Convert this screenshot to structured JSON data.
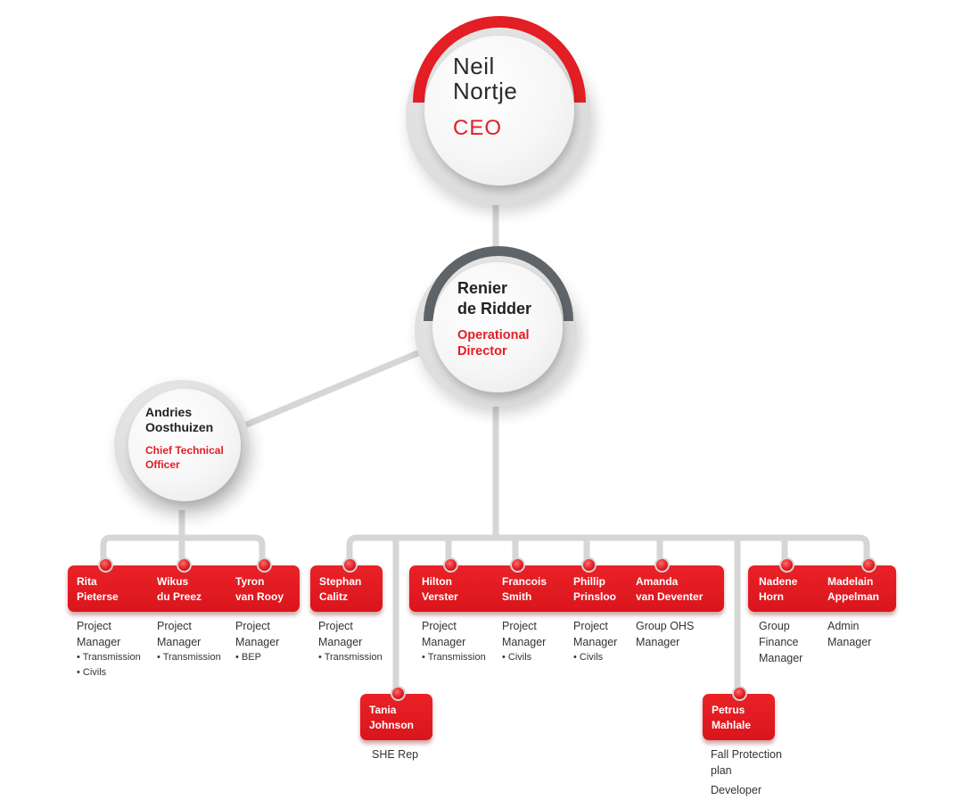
{
  "executives": {
    "ceo": {
      "name_line1": "Neil",
      "name_line2": "Nortje",
      "title": "CEO"
    },
    "operational_director": {
      "name_line1": "Renier",
      "name_line2": "de Ridder",
      "title_line1": "Operational",
      "title_line2": "Director"
    },
    "cto": {
      "name_line1": "Andries",
      "name_line2": "Oosthuizen",
      "title_line1": "Chief Technical",
      "title_line2": "Officer"
    }
  },
  "staff": [
    {
      "name": "Rita\nPieterse",
      "role": [
        "Project",
        "Manager"
      ],
      "bullets": [
        "• Transmission",
        "• Civils"
      ]
    },
    {
      "name": "Wikus\ndu Preez",
      "role": [
        "Project",
        "Manager"
      ],
      "bullets": [
        "• Transmission"
      ]
    },
    {
      "name": "Tyron\nvan Rooy",
      "role": [
        "Project",
        "Manager"
      ],
      "bullets": [
        "• BEP"
      ]
    },
    {
      "name": "Stephan\nCalitz",
      "role": [
        "Project",
        "Manager"
      ],
      "bullets": [
        "• Transmission"
      ]
    },
    {
      "name": "Hilton\nVerster",
      "role": [
        "Project",
        "Manager"
      ],
      "bullets": [
        "• Transmission"
      ]
    },
    {
      "name": "Francois\nSmith",
      "role": [
        "Project",
        "Manager"
      ],
      "bullets": [
        "• Civils"
      ]
    },
    {
      "name": "Phillip\nPrinsloo",
      "role": [
        "Project",
        "Manager"
      ],
      "bullets": [
        "• Civils"
      ]
    },
    {
      "name": "Amanda\nvan Deventer",
      "role": [
        "Group OHS",
        "Manager"
      ],
      "bullets": []
    },
    {
      "name": "Nadene\nHorn",
      "role": [
        "Group",
        "Finance",
        "Manager"
      ],
      "bullets": []
    },
    {
      "name": "Madelain\nAppelman",
      "role": [
        "Admin",
        "Manager"
      ],
      "bullets": []
    },
    {
      "name": "Tania\nJohnson",
      "role": [
        "SHE Rep"
      ],
      "bullets": []
    },
    {
      "name": "Petrus\nMahlale",
      "role": [
        "Fall Protection",
        "plan"
      ],
      "bullets": [],
      "extra": "Developer"
    }
  ],
  "colors": {
    "accent": "#e31e24",
    "ring_dark": "#5f6469",
    "connector": "#d6d6d6"
  }
}
